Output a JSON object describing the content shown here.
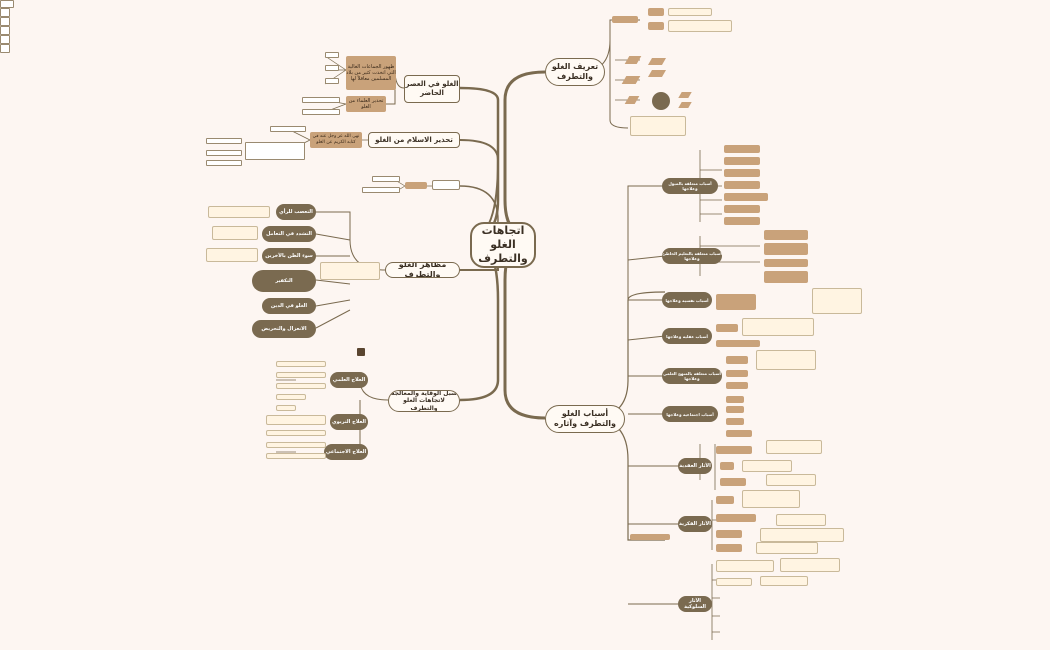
{
  "central": "اتجاهات الغلو والتطرف",
  "branches": {
    "definition": {
      "label": "تعريف الغلو والتطرف"
    },
    "causes": {
      "label": "أسباب الغلو والتطرف وآثاره"
    },
    "modern": {
      "label": "الغلو في العصر الحاضر",
      "sub1": "ظهور الجماعات الغالية التي اتخذت كثير من بلاد المسلمين معاقلاً لها",
      "sub2": "تحذير العلماء من الغلو"
    },
    "warning": {
      "label": "تحذير الاسلام من الغلو",
      "sub1": "نهى الله عز وجل عنه في كتابه الكريم عن الغلو"
    },
    "aspects": {
      "label": "مظاهر الغلو والتطرف",
      "items": [
        "التعصب للرأي",
        "التشدد في التعامل",
        "سوء الظن بالآخرين",
        "التكفير",
        "الغلو في الدين",
        "الانعزال والتحريض"
      ]
    },
    "treatment": {
      "label": "سبل الوقاية والمعالجة لاتجاهات الغلو والتطرف",
      "items": [
        "العلاج العلمي",
        "العلاج التربوي",
        "العلاج الاجتماعي"
      ]
    }
  },
  "cause_groups": [
    "أسباب متعلقة بالميول وعلاجها",
    "أسباب متعلقة بالتعليم الخاطئ وعلاجها",
    "أسباب نفسية وعلاجها",
    "أسباب عقلية وعلاجها",
    "أسباب متعلقة بالمنهج العلمي وعلاجها",
    "أسباب اجتماعية وعلاجها"
  ],
  "effect_groups": [
    "الآثار العقدية",
    "الآثار الفكرية",
    "الآثار السلوكية"
  ]
}
